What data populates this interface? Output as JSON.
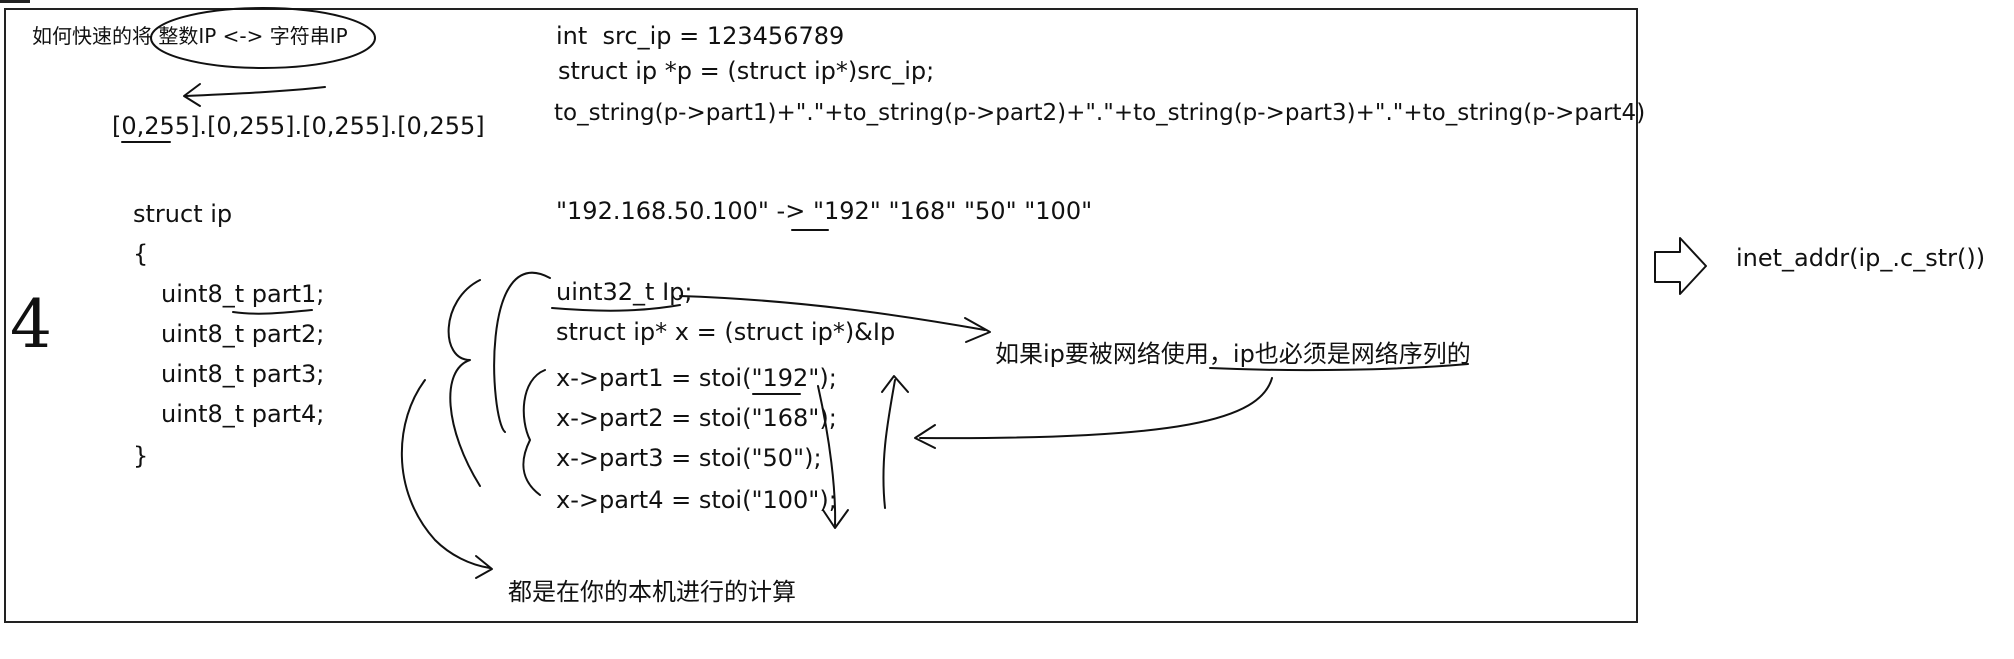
{
  "title": "如何快速的将 整数IP <-> 字符串IP",
  "range_label": "[0,255].[0,255].[0,255].[0,255]",
  "digit_four": "4",
  "struct_lines": [
    "struct ip",
    "{",
    "uint8_t part1;",
    "uint8_t part2;",
    "uint8_t part3;",
    "uint8_t part4;",
    "}"
  ],
  "top_code": [
    "int  src_ip = 123456789",
    "struct ip *p = (struct ip*)src_ip;",
    "to_string(p->part1)+\".\"+to_string(p->part2)+\".\"+to_string(p->part3)+\".\"+to_string(p->part4)"
  ],
  "split_example": "\"192.168.50.100\" -> \"192\" \"168\" \"50\" \"100\"",
  "middle_code": [
    "uint32_t Ip;",
    "struct ip* x = (struct ip*)&Ip",
    "x->part1 = stoi(\"192\");",
    "x->part2 = stoi(\"168\");",
    "x->part3 = stoi(\"50\");",
    "x->part4 = stoi(\"100\");"
  ],
  "note_network": "如果ip要被网络使用，ip也必须是网络序列的",
  "note_local": "都是在你的本机进行的计算",
  "inet_call": "inet_addr(ip_.c_str())"
}
